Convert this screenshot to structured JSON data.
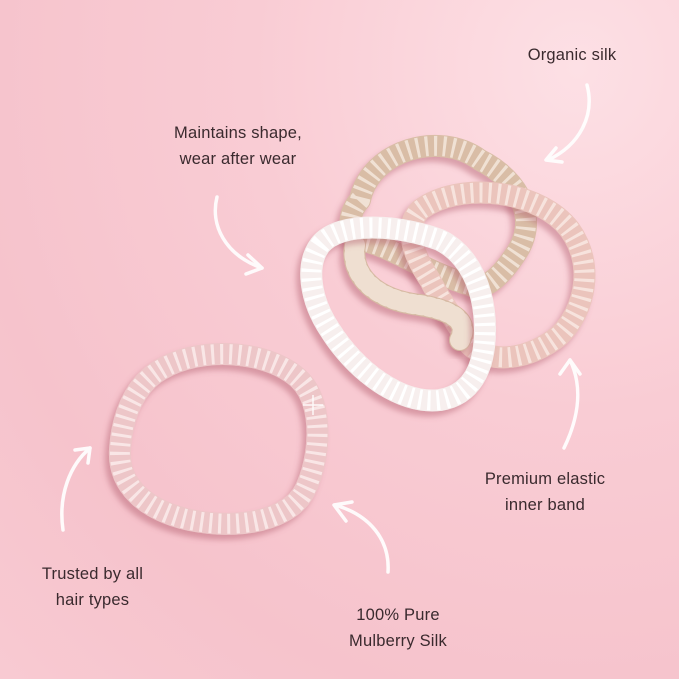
{
  "colors": {
    "background": "#f8c8d0",
    "text": "#3a2a2e",
    "arrow": "#ffffff",
    "scrunchie_champagne": "#d9bda6",
    "scrunchie_white": "#fbf6f5",
    "scrunchie_blush": "#eec3c0",
    "scrunchie_pink": "#f0c9cd"
  },
  "labels": {
    "organic_silk": {
      "line1": "Organic silk"
    },
    "maintains_shape": {
      "line1": "Maintains shape,",
      "line2": "wear after wear"
    },
    "premium_elastic": {
      "line1": "Premium elastic",
      "line2": "inner band"
    },
    "trusted": {
      "line1": "Trusted by all",
      "line2": "hair types"
    },
    "pure_silk": {
      "line1": "100% Pure",
      "line2": "Mulberry Silk"
    }
  },
  "arrows": [
    {
      "name": "arrow-organic-silk",
      "direction": "down-left"
    },
    {
      "name": "arrow-maintains-shape",
      "direction": "down-right"
    },
    {
      "name": "arrow-premium-elastic",
      "direction": "up"
    },
    {
      "name": "arrow-trusted",
      "direction": "up-right"
    },
    {
      "name": "arrow-pure-silk",
      "direction": "up-left"
    }
  ],
  "products": [
    {
      "name": "scrunchie-champagne",
      "color": "champagne"
    },
    {
      "name": "scrunchie-blush",
      "color": "blush"
    },
    {
      "name": "scrunchie-white",
      "color": "white"
    },
    {
      "name": "scrunchie-pink",
      "color": "pink"
    }
  ]
}
